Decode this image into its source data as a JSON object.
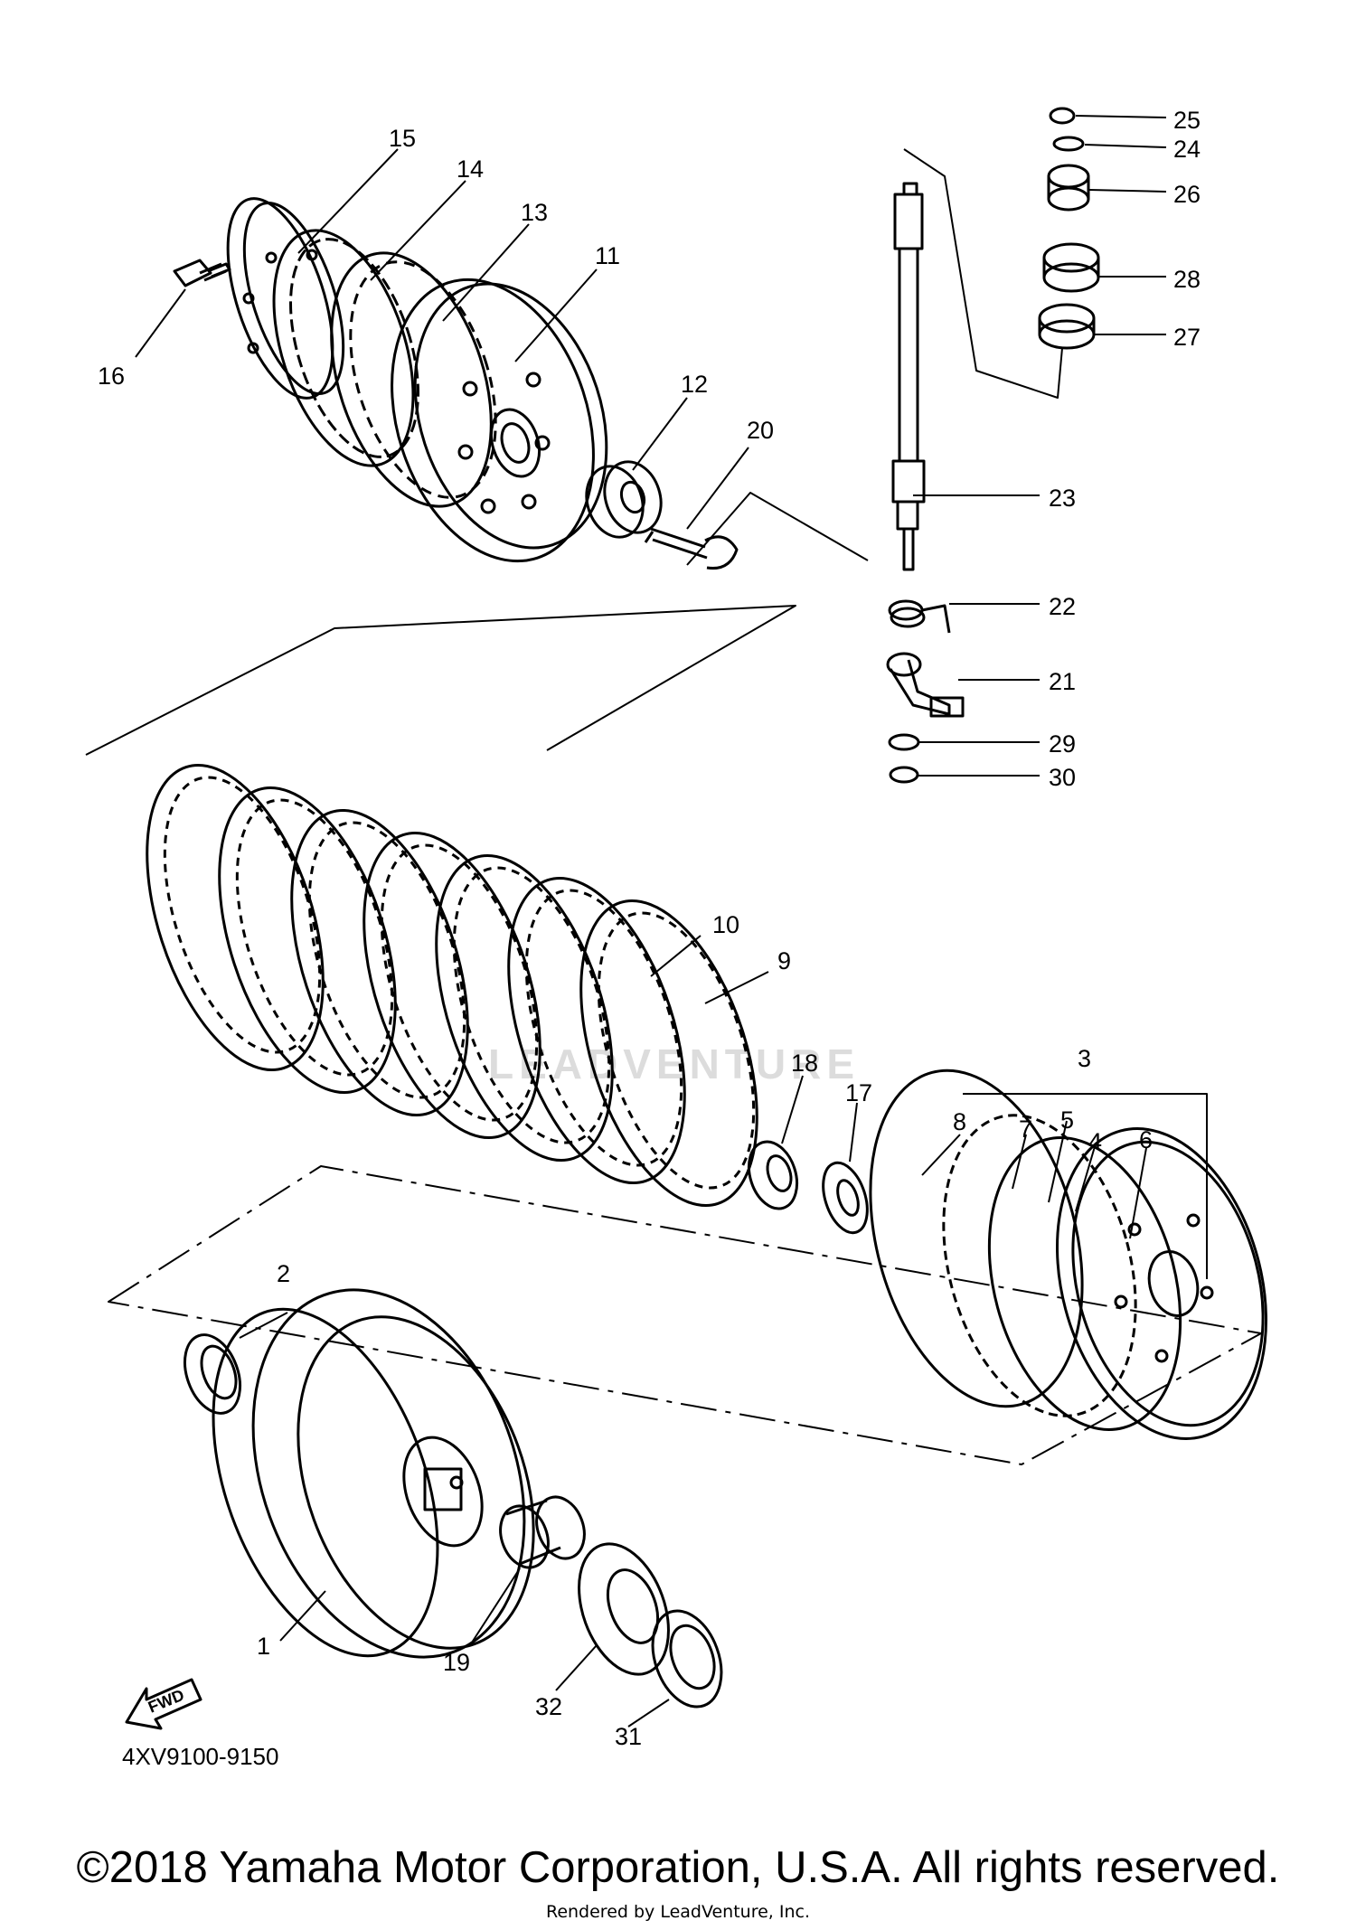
{
  "diagram": {
    "model_code": "4XV9100-9150",
    "fwd_label": "FWD",
    "watermark": "LEADVENTURE",
    "callouts": [
      "1",
      "2",
      "3",
      "4",
      "5",
      "6",
      "7",
      "8",
      "9",
      "10",
      "11",
      "12",
      "13",
      "14",
      "15",
      "16",
      "17",
      "18",
      "19",
      "20",
      "21",
      "22",
      "23",
      "24",
      "25",
      "26",
      "27",
      "28",
      "29",
      "30",
      "31",
      "32"
    ]
  },
  "footer": {
    "copyright": "©2018 Yamaha Motor Corporation, U.S.A. All rights reserved.",
    "rendered_by": "Rendered by LeadVenture, Inc."
  }
}
